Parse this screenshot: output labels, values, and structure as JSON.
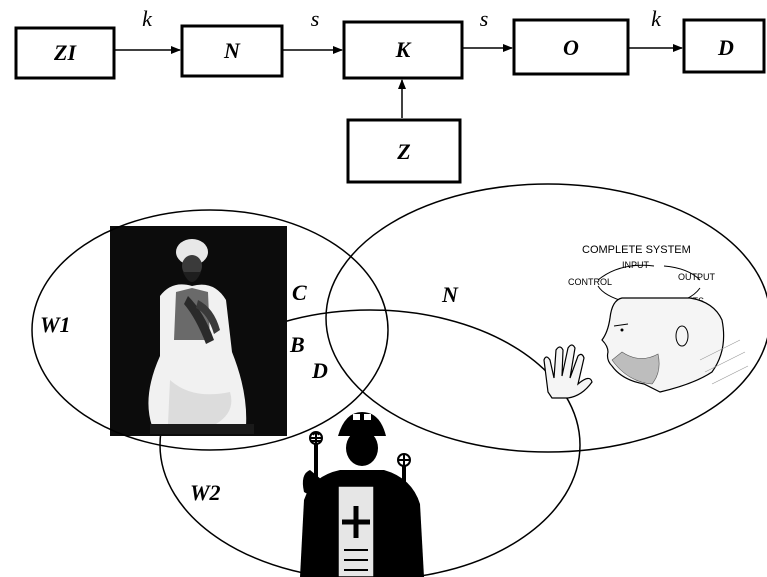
{
  "flow": {
    "boxes": [
      {
        "id": "zi",
        "label": "ZI"
      },
      {
        "id": "n",
        "label": "N"
      },
      {
        "id": "k",
        "label": "K"
      },
      {
        "id": "o",
        "label": "O"
      },
      {
        "id": "d",
        "label": "D"
      },
      {
        "id": "z",
        "label": "Z"
      }
    ],
    "edges": [
      {
        "from": "zi",
        "to": "n",
        "label": "k"
      },
      {
        "from": "n",
        "to": "k",
        "label": "s"
      },
      {
        "from": "k",
        "to": "o",
        "label": "s"
      },
      {
        "from": "o",
        "to": "d",
        "label": "k"
      },
      {
        "from": "z",
        "to": "k",
        "label": ""
      }
    ]
  },
  "venn": {
    "sets": {
      "w1": "W1",
      "n": "N",
      "w2": "W2"
    },
    "regions": {
      "c": "C",
      "b": "B",
      "d": "D"
    }
  },
  "sketch": {
    "title": "COMPLETE SYSTEM",
    "input": "INPUT",
    "output": "OUTPUT",
    "control": "CONTROL",
    "measurements": "MEASUREMENTS"
  }
}
